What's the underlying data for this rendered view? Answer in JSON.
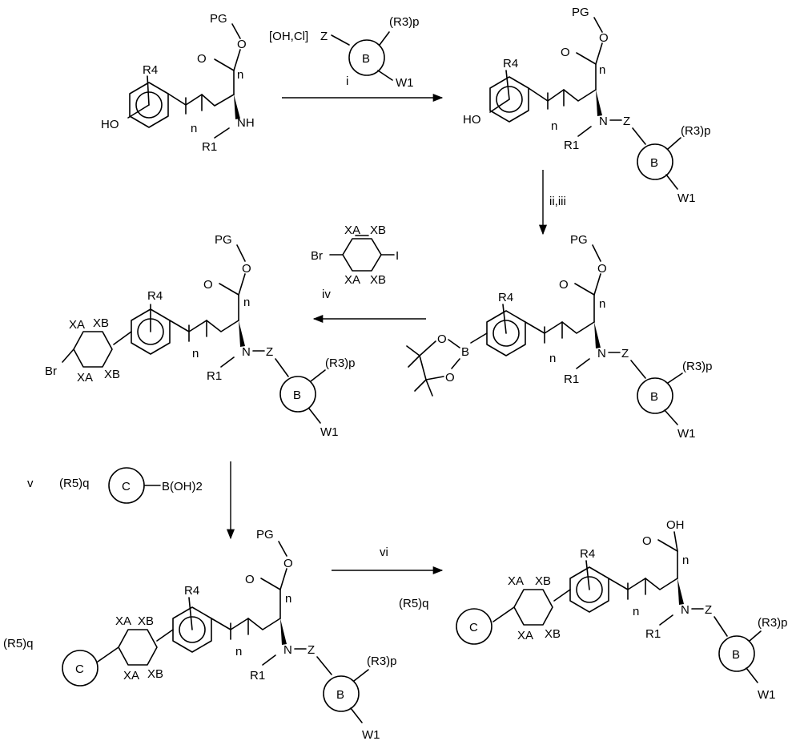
{
  "labels": {
    "PG": "PG",
    "R4": "R4",
    "R1": "R1",
    "n": "n",
    "HO": "HO",
    "NH": "NH",
    "N": "N",
    "Z": "Z",
    "B_ring": "B",
    "C_ring": "C",
    "R3p": "(R3)p",
    "W1": "W1",
    "Br": "Br",
    "I": "I",
    "OH": "OH",
    "O": "O",
    "XA": "XA",
    "XB": "XB",
    "R5q": "(R5)q",
    "BOH2": "B(OH)2",
    "boronB": "B",
    "reagent_i_prefix": "[OH,Cl]"
  },
  "steps": {
    "i": "i",
    "ii_iii": "ii,iii",
    "iv": "iv",
    "v": "v",
    "vi": "vi"
  },
  "compounds": [
    {
      "id": "amine-start"
    },
    {
      "id": "phenol-amide"
    },
    {
      "id": "boronate-ester"
    },
    {
      "id": "aryl-bromide"
    },
    {
      "id": "biaryl-ester"
    },
    {
      "id": "final-acid"
    }
  ],
  "colors": {
    "ink": "#000000",
    "background": "#ffffff"
  }
}
